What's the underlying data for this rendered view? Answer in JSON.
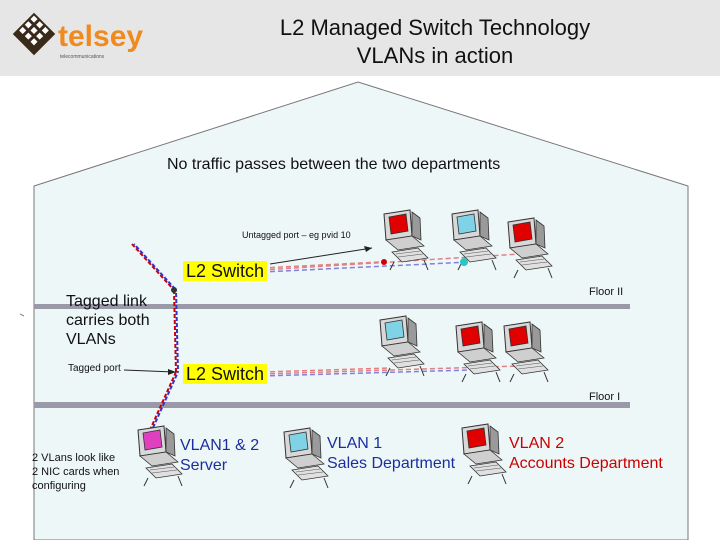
{
  "header": {
    "title_line1": "L2 Managed Switch Technology",
    "title_line2": "VLANs in action",
    "logo_text": "telsey",
    "logo_tagline": "telecommunications"
  },
  "diagram": {
    "roof_caption": "No traffic passes between the two departments",
    "untagged_port_label": "Untagged port – eg pvid 10",
    "switch_upper_label": "L2 Switch",
    "switch_lower_label": "L2 Switch",
    "floor2_label": "Floor II",
    "floor1_label": "Floor I",
    "tagged_link_label": "Tagged link carries both VLANs",
    "tagged_link_lines": [
      "Tagged link",
      "carries both",
      "VLANs"
    ],
    "tagged_port_label": "Tagged port",
    "nic_note_lines": [
      "2 VLans look like",
      "2 NIC cards when",
      "configuring"
    ]
  },
  "legend": {
    "server_line1": "VLAN1 & 2",
    "server_line2": "Server",
    "vlan1_line1": "VLAN 1",
    "vlan1_line2": "Sales Department",
    "vlan2_line1": "VLAN 2",
    "vlan2_line2": "Accounts Department"
  },
  "colors": {
    "vlan1": "#7fd3e6",
    "vlan2": "#e00000",
    "server": "#e040c0",
    "floor": "#9999a8",
    "switch": "#ffff00",
    "wire_red": "#cc0000",
    "wire_blue": "#3333cc",
    "legend_blue": "#1a2e9e",
    "legend_red": "#cc0000"
  }
}
